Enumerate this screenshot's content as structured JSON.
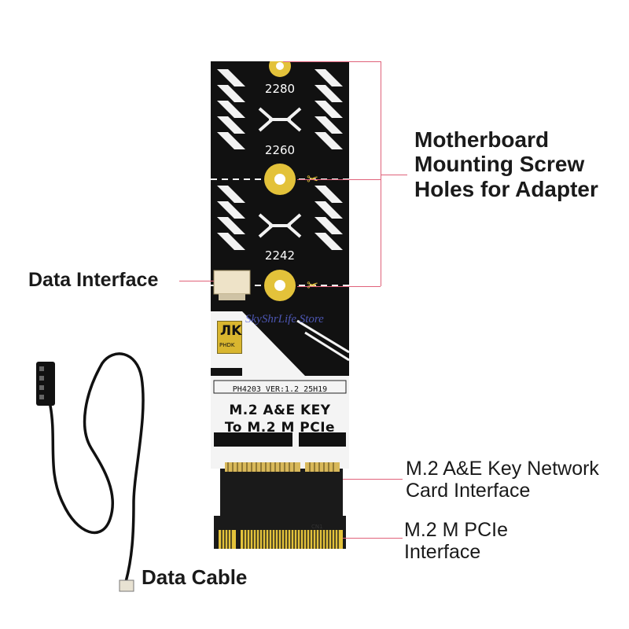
{
  "board": {
    "hole_labels": [
      "2280",
      "2260",
      "2242"
    ],
    "logo_text": "PHDK",
    "sku": "PH4203  VER:1.2  25H19",
    "title_line1": "M.2 A&E KEY",
    "title_line2": "To M.2 M PCIe",
    "connector_label": "CN1"
  },
  "watermark": "SkyShrLife Store",
  "callouts": {
    "mounting_line1": "Motherboard",
    "mounting_line2": "Mounting Screw",
    "mounting_line3": "Holes for Adapter",
    "data_interface": "Data Interface",
    "ae_key_line1": "M.2 A&E Key Network",
    "ae_key_line2": "Card Interface",
    "m_pcie_line1": "M.2 M PCIe",
    "m_pcie_line2": "Interface",
    "data_cable": "Data Cable"
  },
  "colors": {
    "pcb": "#111111",
    "gold": "#e3c23a",
    "callout_line": "#e0627a",
    "text": "#1a1a1a"
  }
}
